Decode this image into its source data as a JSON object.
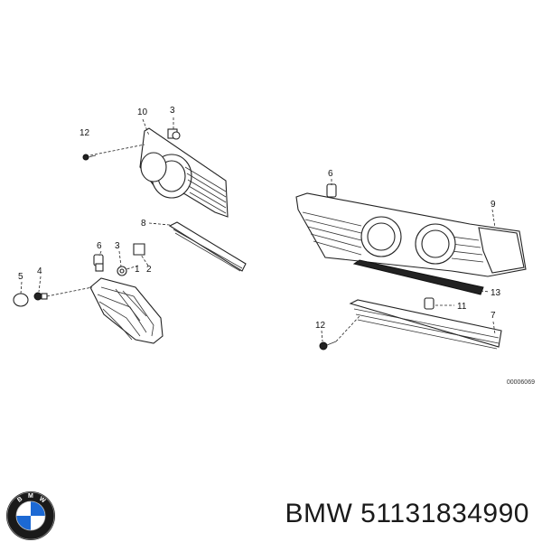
{
  "diagram": {
    "callouts": {
      "c10": "10",
      "c3a": "3",
      "c12a": "12",
      "c8": "8",
      "c6a": "6",
      "c3b": "3",
      "c1": "1",
      "c2": "2",
      "c5": "5",
      "c4": "4",
      "c6b": "6",
      "c9": "9",
      "c13": "13",
      "c11": "11",
      "c7": "7",
      "c12b": "12"
    },
    "reference_code": "00006069"
  },
  "logo": {
    "letters": [
      "B",
      "M",
      "W"
    ],
    "colors": {
      "blue": "#1c69d4",
      "ring": "#1a1a1a",
      "white": "#ffffff"
    }
  },
  "part_label": "BMW 51131834990"
}
